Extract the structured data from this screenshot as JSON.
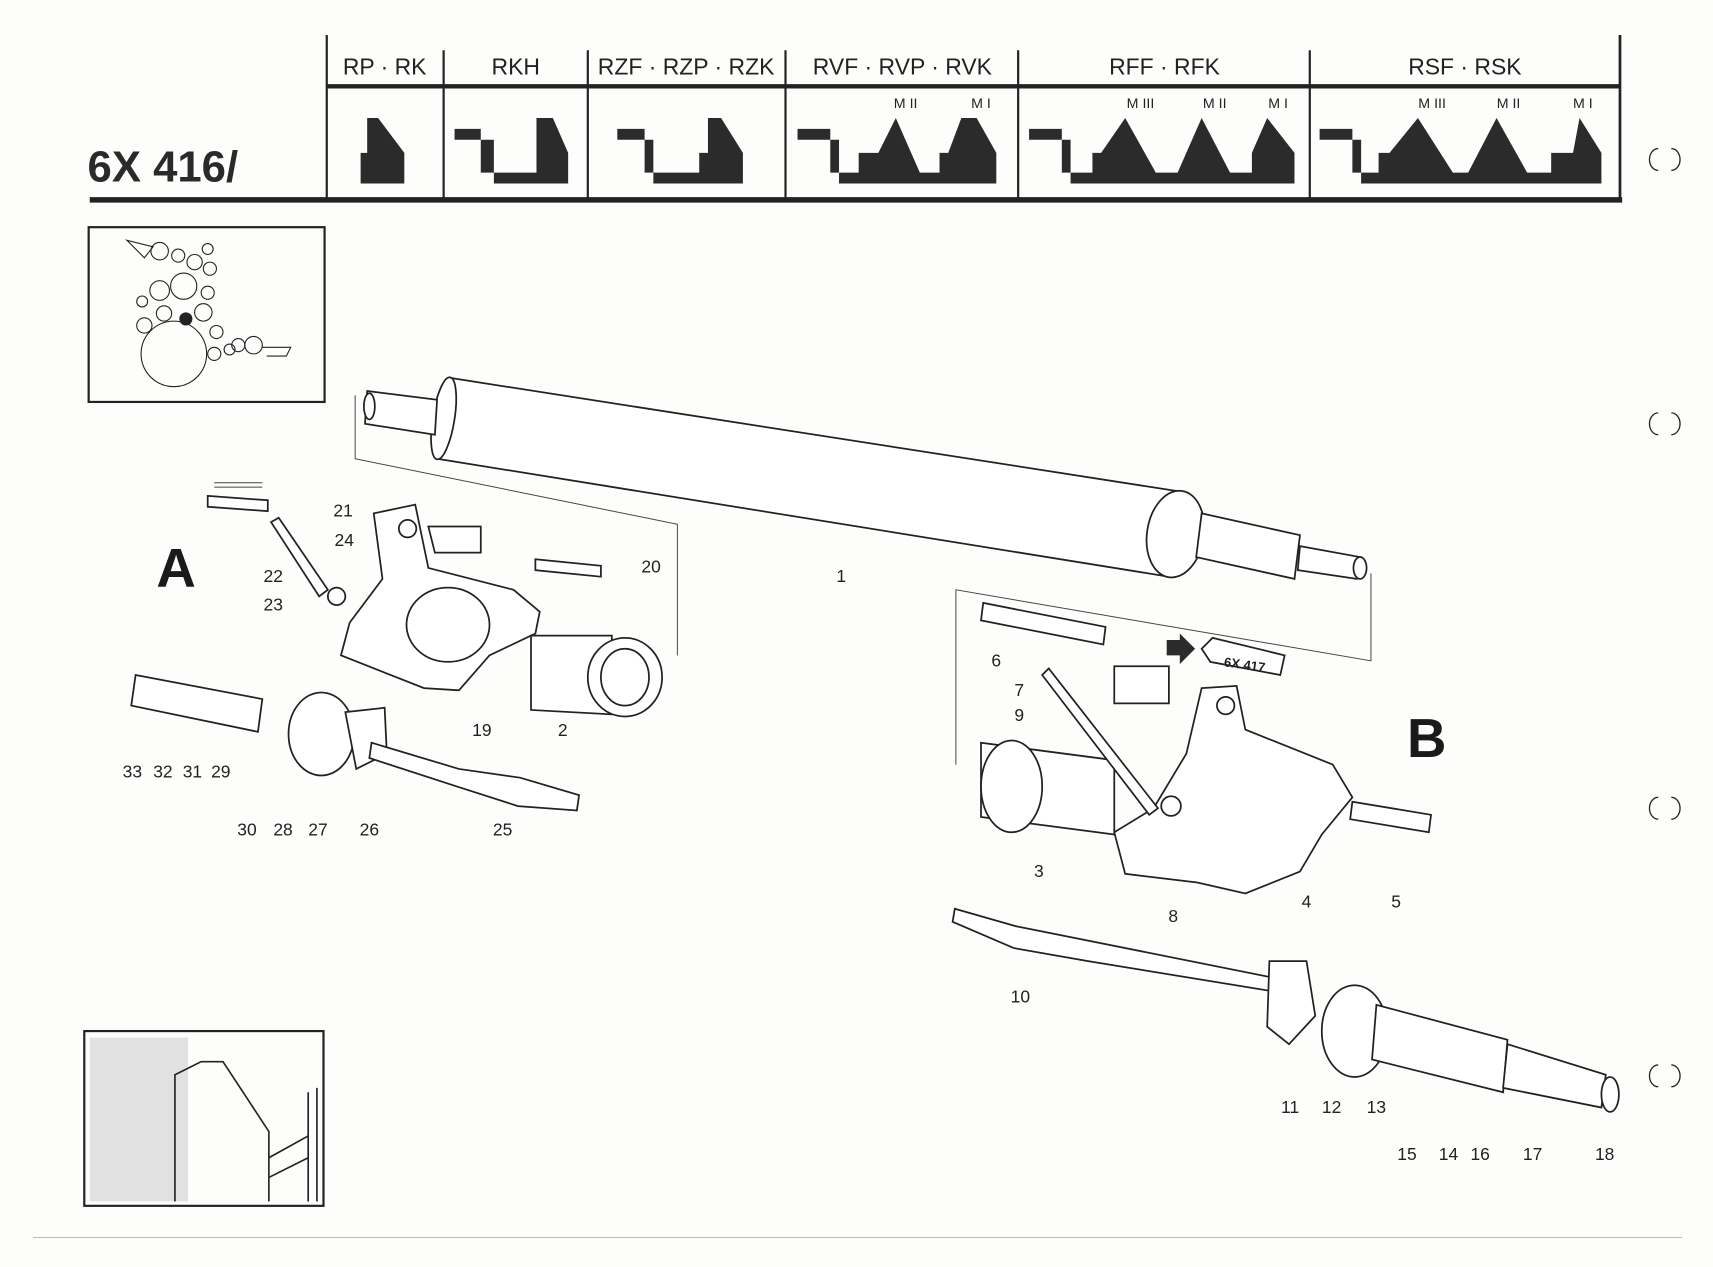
{
  "title": "6X 416/",
  "columns": [
    {
      "label": "RP · RK",
      "sub": []
    },
    {
      "label": "RKH",
      "sub": []
    },
    {
      "label": "RZF · RZP · RZK",
      "sub": []
    },
    {
      "label": "RVF · RVP · RVK",
      "sub": [
        "M II",
        "M I"
      ]
    },
    {
      "label": "RFF · RFK",
      "sub": [
        "M III",
        "M II",
        "M I"
      ]
    },
    {
      "label": "RSF · RSK",
      "sub": [
        "M III",
        "M II",
        "M I"
      ]
    }
  ],
  "sections": {
    "a": "A",
    "b": "B"
  },
  "reference_tag": "6X 417",
  "callouts": [
    "21",
    "24",
    "22",
    "23",
    "20",
    "1",
    "19",
    "2",
    "33",
    "32",
    "31",
    "29",
    "30",
    "28",
    "27",
    "26",
    "25",
    "6",
    "7",
    "9",
    "3",
    "8",
    "4",
    "5",
    "10",
    "11",
    "12",
    "13",
    "15",
    "14",
    "16",
    "17",
    "18"
  ]
}
